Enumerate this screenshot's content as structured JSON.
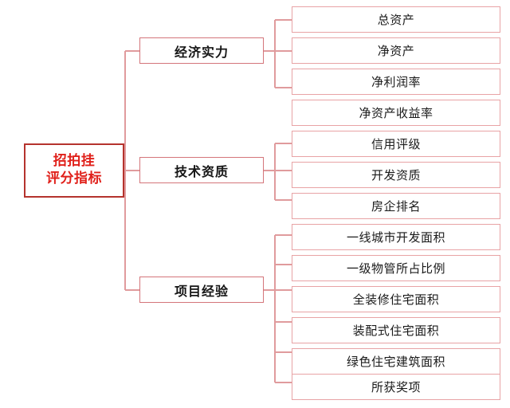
{
  "diagram": {
    "title": "招拍挂评分指标",
    "type": "hierarchy-bracket-tree",
    "colors": {
      "root_border": "#b5332d",
      "root_text": "#e0201a",
      "category_border": "#d4757a",
      "leaf_border": "#e8a3a5",
      "connector": "#e09b9d",
      "background": "#ffffff"
    },
    "root": {
      "label": "招拍挂评分指标",
      "line1": "招拍挂",
      "line2": "评分指标"
    },
    "branches": [
      {
        "label": "经济实力",
        "items": [
          {
            "label": "总资产"
          },
          {
            "label": "净资产"
          },
          {
            "label": "净利润率"
          },
          {
            "label": "净资产收益率"
          }
        ]
      },
      {
        "label": "技术资质",
        "items": [
          {
            "label": "信用评级"
          },
          {
            "label": "开发资质"
          },
          {
            "label": "房企排名"
          }
        ]
      },
      {
        "label": "项目经验",
        "items": [
          {
            "label": "一线城市开发面积"
          },
          {
            "label": "一级物管所占比例"
          },
          {
            "label": "全装修住宅面积"
          },
          {
            "label": "装配式住宅面积"
          },
          {
            "label": "绿色住宅建筑面积"
          },
          {
            "label": "所获奖项"
          }
        ]
      }
    ]
  }
}
